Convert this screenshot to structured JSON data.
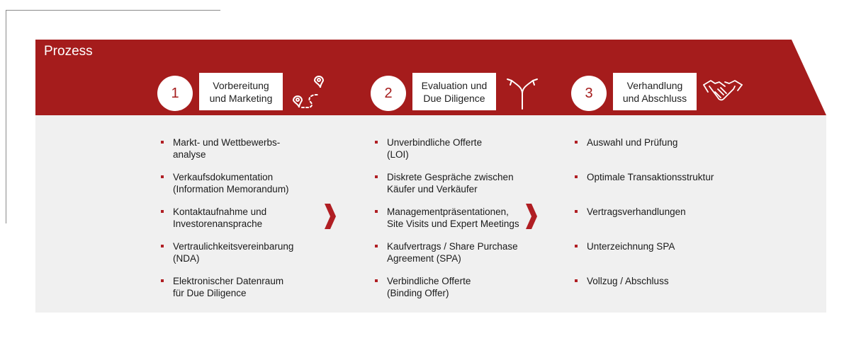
{
  "banner": {
    "title": "Prozess"
  },
  "colors": {
    "brand_red": "#a51c1c",
    "panel_grey": "#f0f0f0",
    "bullet_red": "#b01e23"
  },
  "steps": [
    {
      "number": "1",
      "label_line1": "Vorbereitung",
      "label_line2": "und Marketing",
      "icon": "route-map-pin-icon",
      "bullets": [
        "Markt- und Wettbewerbs-\nanalyse",
        "Verkaufsdokumentation\n(Information Memorandum)",
        "Kontaktaufnahme und\nInvestorenansprache",
        "Vertraulichkeitsvereinbarung\n(NDA)",
        "Elektronischer Datenraum\nfür Due Diligence"
      ]
    },
    {
      "number": "2",
      "label_line1": "Evaluation und",
      "label_line2": "Due Diligence",
      "icon": "split-arrows-icon",
      "bullets": [
        "Unverbindliche Offerte\n(LOI)",
        "Diskrete Gespräche zwischen\nKäufer und Verkäufer",
        "Managementpräsentationen,\nSite Visits und Expert Meetings",
        "Kaufvertrags / Share Purchase\nAgreement (SPA)",
        "Verbindliche Offerte\n(Binding Offer)"
      ]
    },
    {
      "number": "3",
      "label_line1": "Verhandlung",
      "label_line2": "und Abschluss",
      "icon": "handshake-icon",
      "bullets": [
        "Auswahl und Prüfung",
        "Optimale Transaktionsstruktur",
        "Vertragsverhandlungen",
        "Unterzeichnung SPA",
        "Vollzug / Abschluss"
      ]
    }
  ]
}
